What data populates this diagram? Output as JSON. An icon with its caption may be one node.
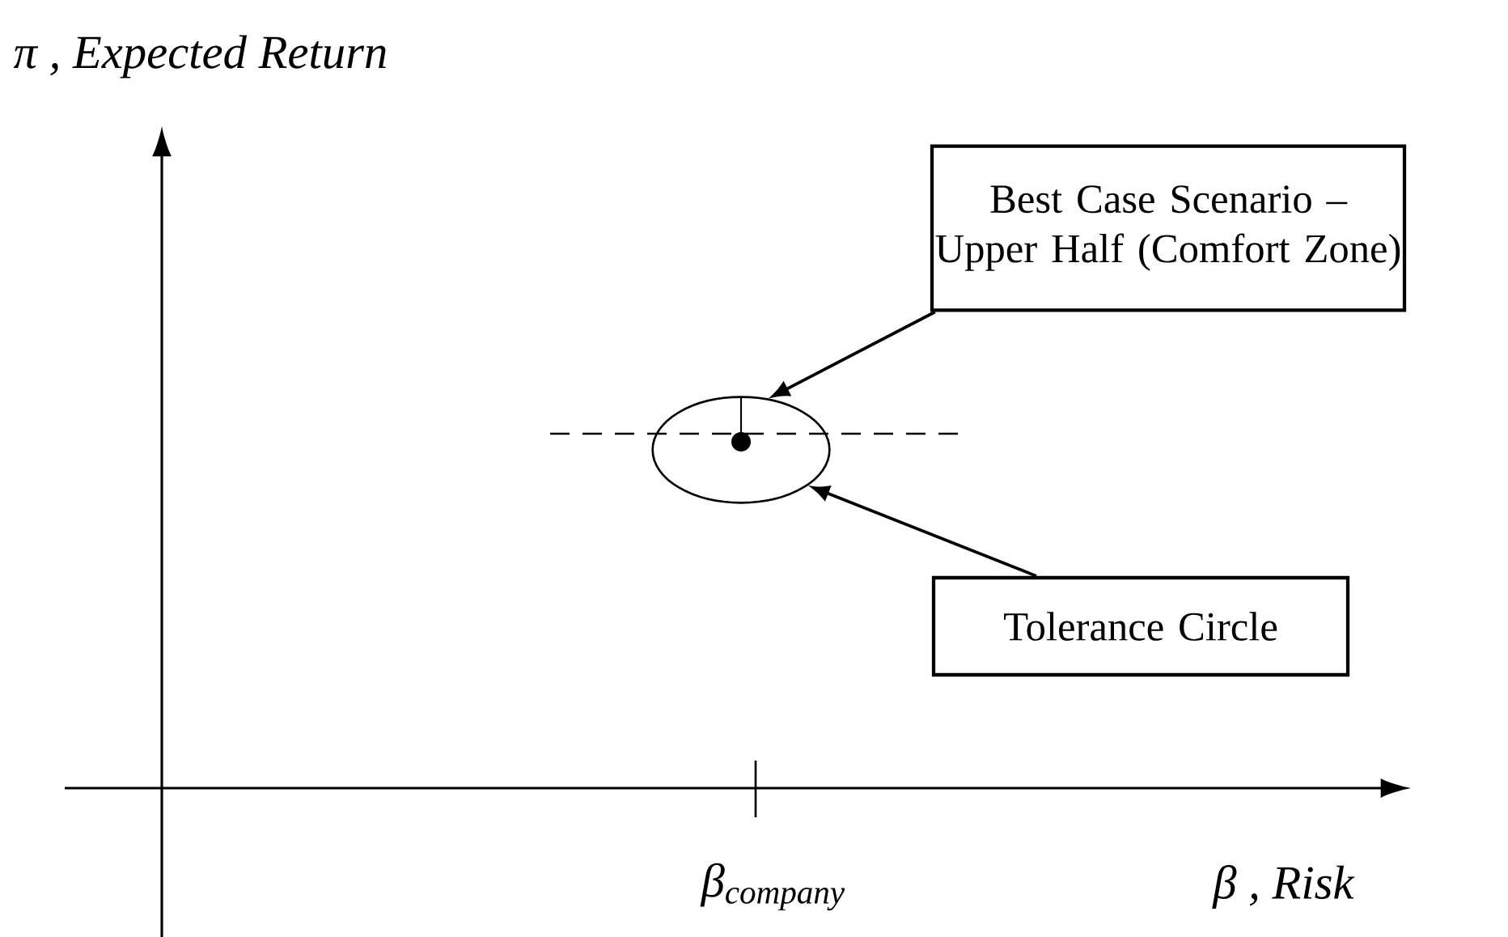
{
  "diagram": {
    "nodes": [
      {
        "text": [
          "Best Case Scenario – Upper Half (Comfort Zone)"
        ]
      },
      {
        "text": [
          "Tolerance Circle"
        ]
      },
      {
        "text": [],
        "shape": "circle"
      }
    ],
    "edges": [
      {
        "from": 0,
        "to": 2,
        "arrow": "to"
      },
      {
        "from": 1,
        "to": 2,
        "arrow": "to"
      }
    ],
    "labels": [
      "π , Expected Return",
      "β$_{company}$",
      "β , Risk"
    ]
  }
}
